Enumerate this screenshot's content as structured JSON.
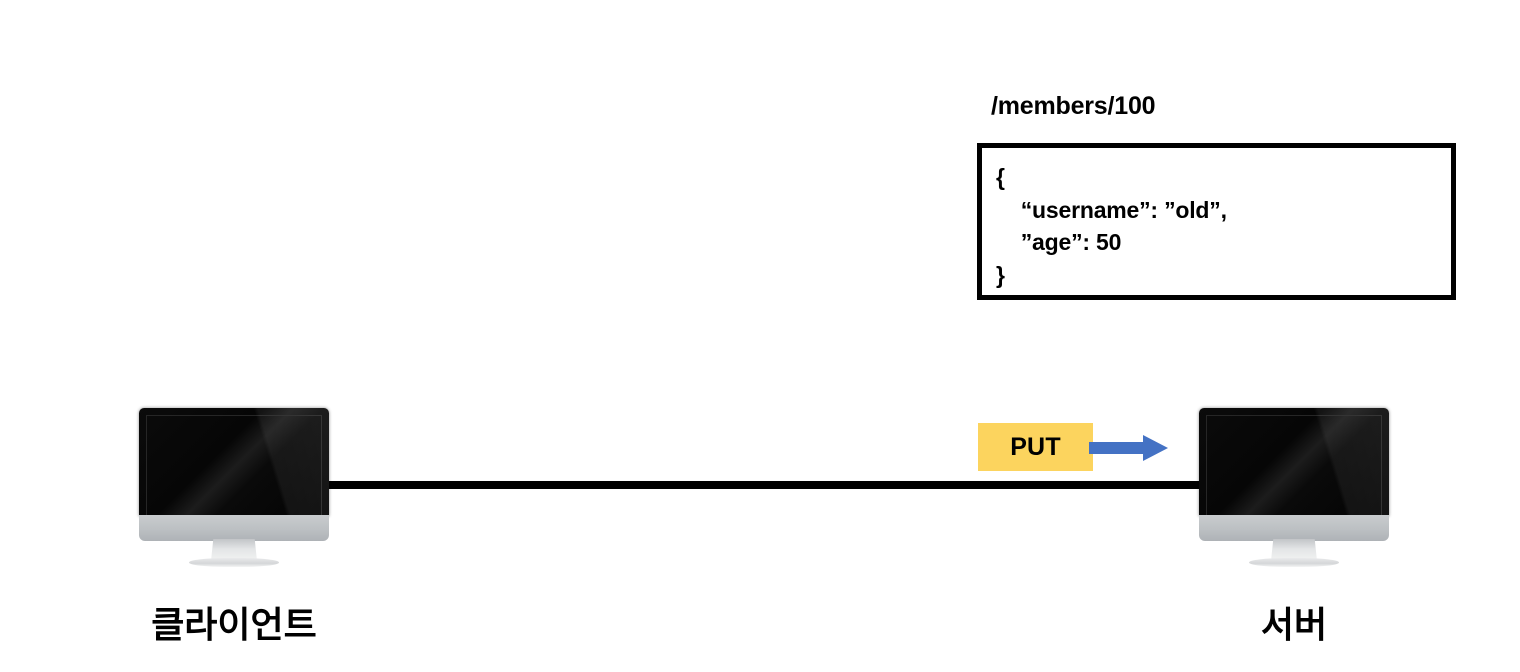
{
  "diagram": {
    "title": "HTTP PUT request diagram",
    "endpoint": {
      "path": "/members/100"
    },
    "payload": {
      "body": "{\n    “username”: ”old”,\n    ”age”: 50\n}"
    },
    "request": {
      "method": "PUT",
      "badge_color": "#fcd45e",
      "arrow_color": "#4472c4",
      "arrow_icon": "arrow-right-icon",
      "direction": "client-to-server"
    },
    "connection": {
      "line_color": "#000000"
    },
    "nodes": [
      {
        "id": "client",
        "caption": "클라이언트",
        "icon": "desktop-monitor-icon"
      },
      {
        "id": "server",
        "caption": "서버",
        "icon": "desktop-monitor-icon"
      }
    ]
  }
}
